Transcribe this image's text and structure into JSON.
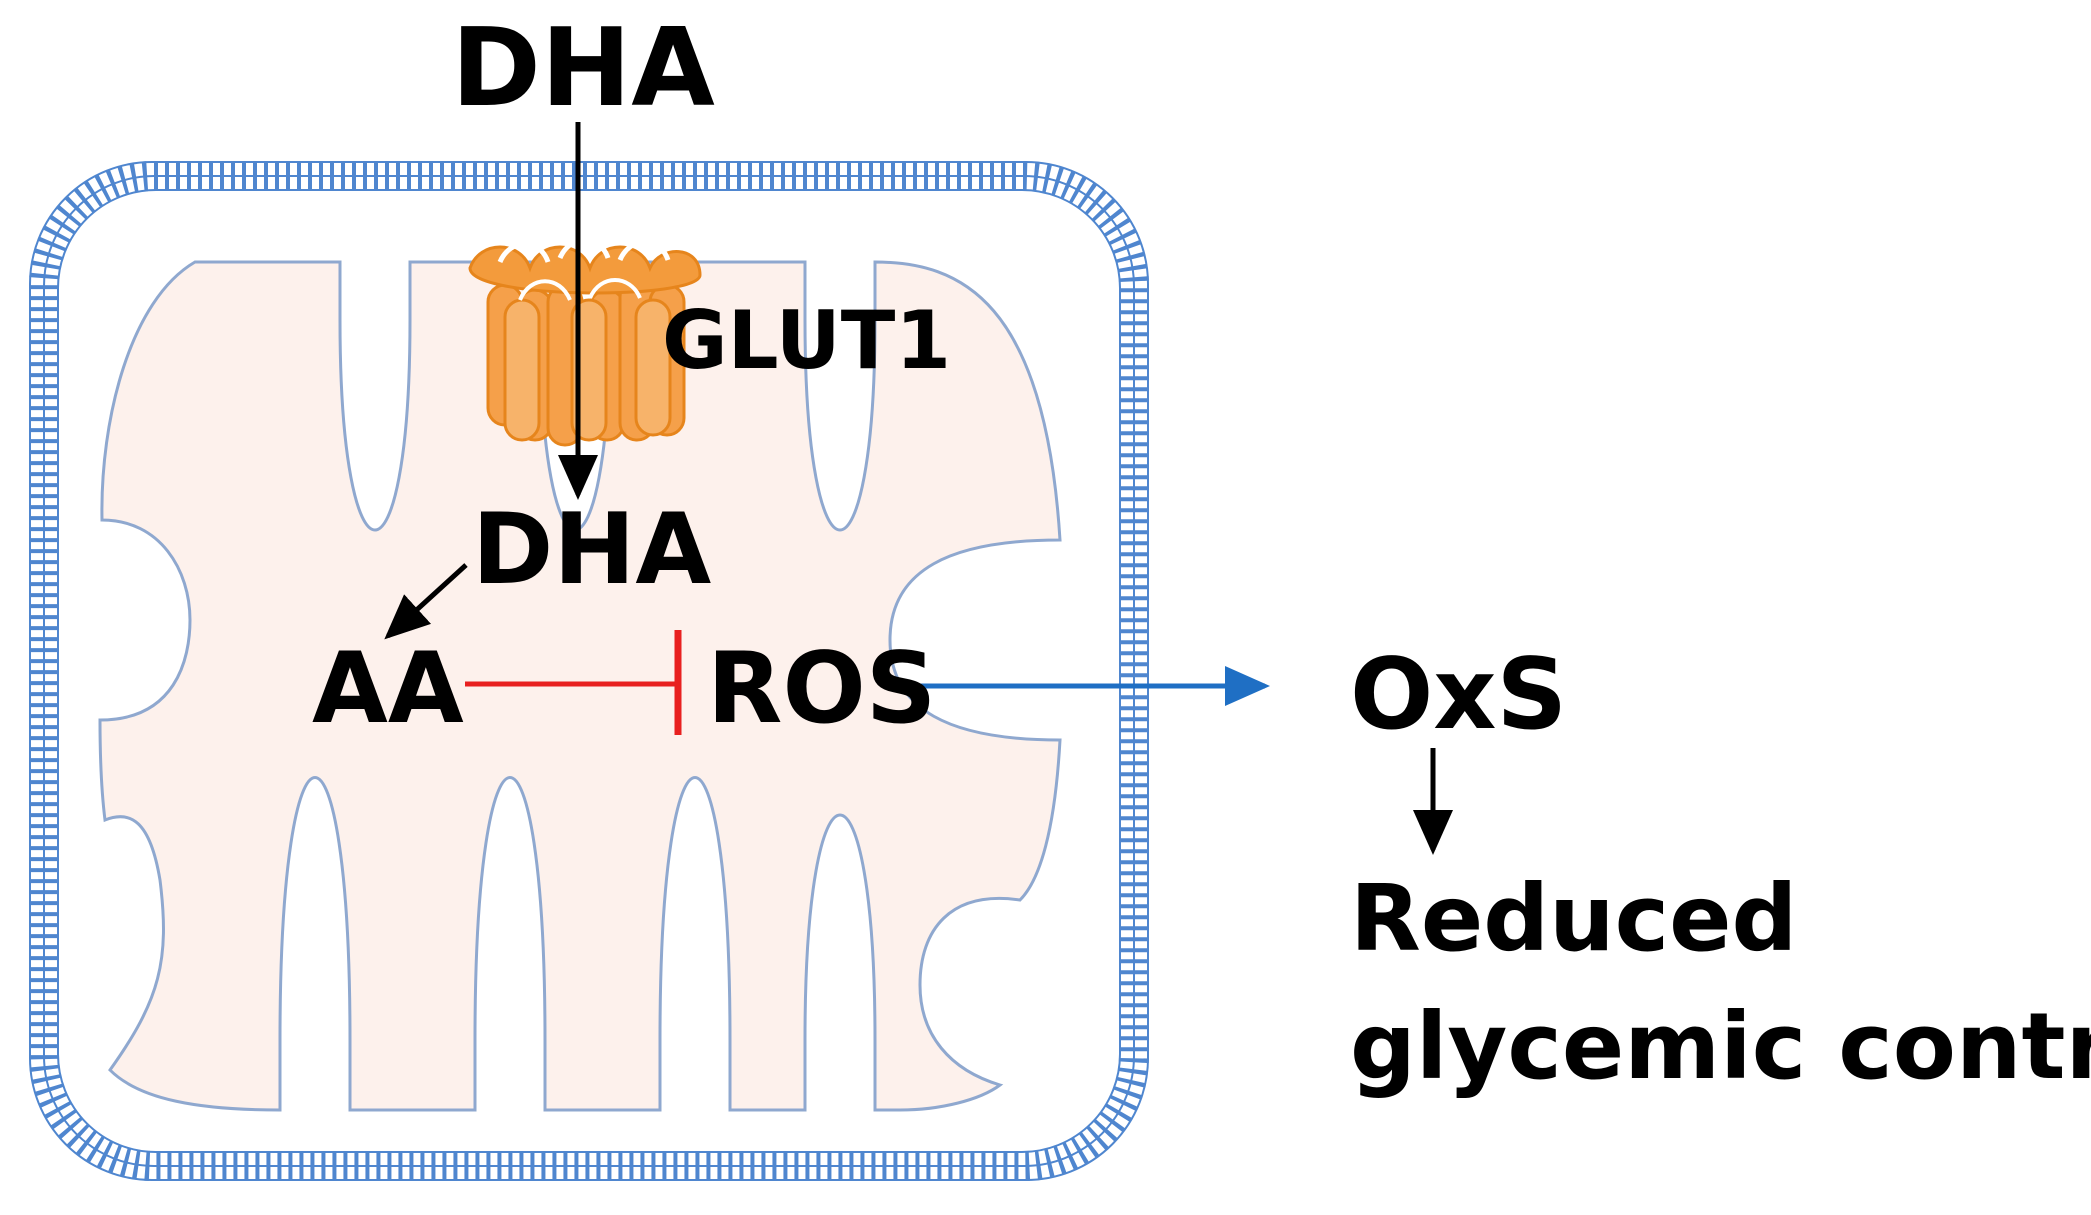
{
  "labels": {
    "dha_outside": "DHA",
    "glut1": "GLUT1",
    "dha_inside": "DHA",
    "aa": "AA",
    "ros": "ROS",
    "oxs": "OxS",
    "outcome_line1": "Reduced",
    "outcome_line2": "glycemic control"
  },
  "colors": {
    "membrane": "#4f86cf",
    "mitochondrion_fill": "#fdf1ec",
    "mitochondrion_stroke": "#8fa8cf",
    "transporter": "#f5a04a",
    "transporter_dark": "#e6851c",
    "inhibition": "#e8201f",
    "ros_arrow": "#1f6fc4",
    "arrow": "#000000"
  },
  "icons": [
    "glut1-transporter-icon",
    "cell-membrane-icon",
    "mitochondrion-icon"
  ]
}
